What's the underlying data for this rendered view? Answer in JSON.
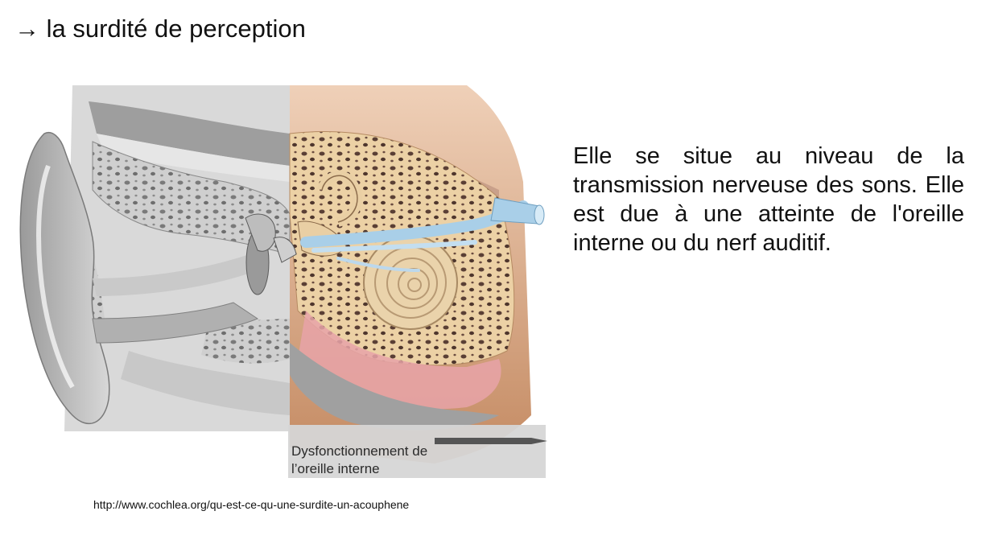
{
  "slide": {
    "title": "→ la surdité de perception",
    "description": "Elle se situe au niveau de la transmission nerveuse des sons. Elle est due à une atteinte de l'oreille interne ou du nerf auditif.",
    "source_url": "http://www.cochlea.org/qu-est-ce-qu-une-surdite-un-acouphene"
  },
  "figure": {
    "icon": "ear-anatomy-illustration",
    "callout_line1": "Dysfonctionnement de",
    "callout_line2": "l’oreille interne"
  },
  "colors": {
    "bone_beige": "#e8c99a",
    "bone_gray": "#bdbdbd",
    "nerve_blue": "#a9cfe8",
    "skin_tan": "#e6b58f",
    "membrane_pink": "#e7a3a8",
    "callout_bg": "#d6d6d6",
    "arrow_gray": "#555555"
  }
}
